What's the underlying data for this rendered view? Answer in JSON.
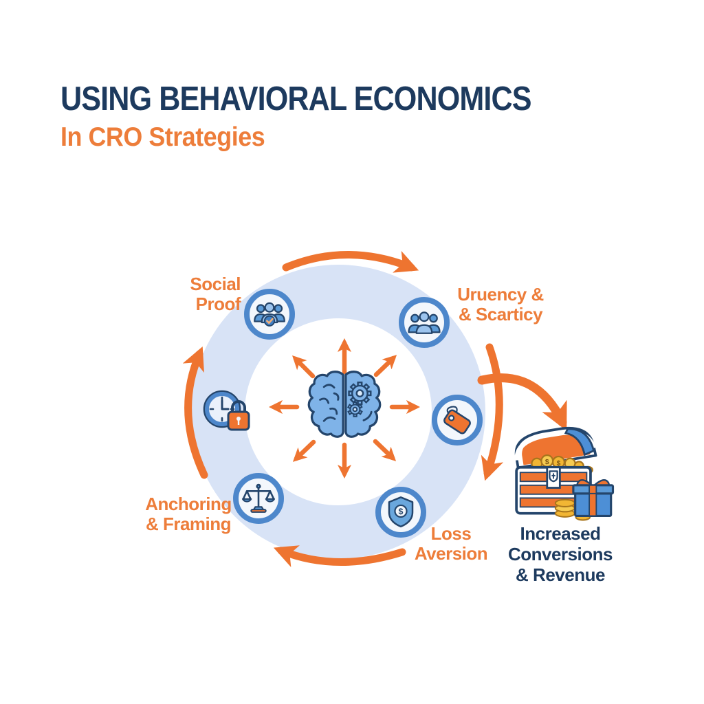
{
  "header": {
    "title": "USING BEHAVIORAL ECONOMICS",
    "subtitle": "In CRO Strategies"
  },
  "diagram": {
    "center": {
      "icon": "brain-with-gears"
    },
    "labels": {
      "social_proof": {
        "line1": "Social",
        "line2": "Proof"
      },
      "urgency_scarcity": {
        "line1": "Uruency &",
        "line2": "& Scarticy"
      },
      "anchoring_framing": {
        "line1": "Anchoring",
        "line2": "& Framing"
      },
      "loss_aversion": {
        "line1": "Loss",
        "line2": "Aversion"
      }
    },
    "nodes": [
      {
        "icon": "people-check",
        "label": "Social Proof"
      },
      {
        "icon": "people-group",
        "label": "Uruency & & Scarticy"
      },
      {
        "icon": "price-tag",
        "label": ""
      },
      {
        "icon": "shield-dollar",
        "label": "Loss Aversion"
      },
      {
        "icon": "balance-scale",
        "label": "Anchoring & Framing"
      },
      {
        "icon": "clock-lock",
        "label": ""
      }
    ],
    "outcome": {
      "icon": "treasure-chest-gift-coins",
      "line1": "Increased",
      "line2": "Conversions",
      "line3": "& Revenue"
    }
  },
  "colors": {
    "navy_text": "#1d3a5e",
    "outline_navy": "#24456b",
    "orange_text": "#ed7d3a",
    "arrow_orange": "#ee7430",
    "ring_blue": "#d8e3f6",
    "badge_ring_blue": "#4d87cb",
    "icon_blue": "#7fb3e8",
    "icon_blue_dark": "#5b9bd8",
    "gold": "#f2b634"
  }
}
